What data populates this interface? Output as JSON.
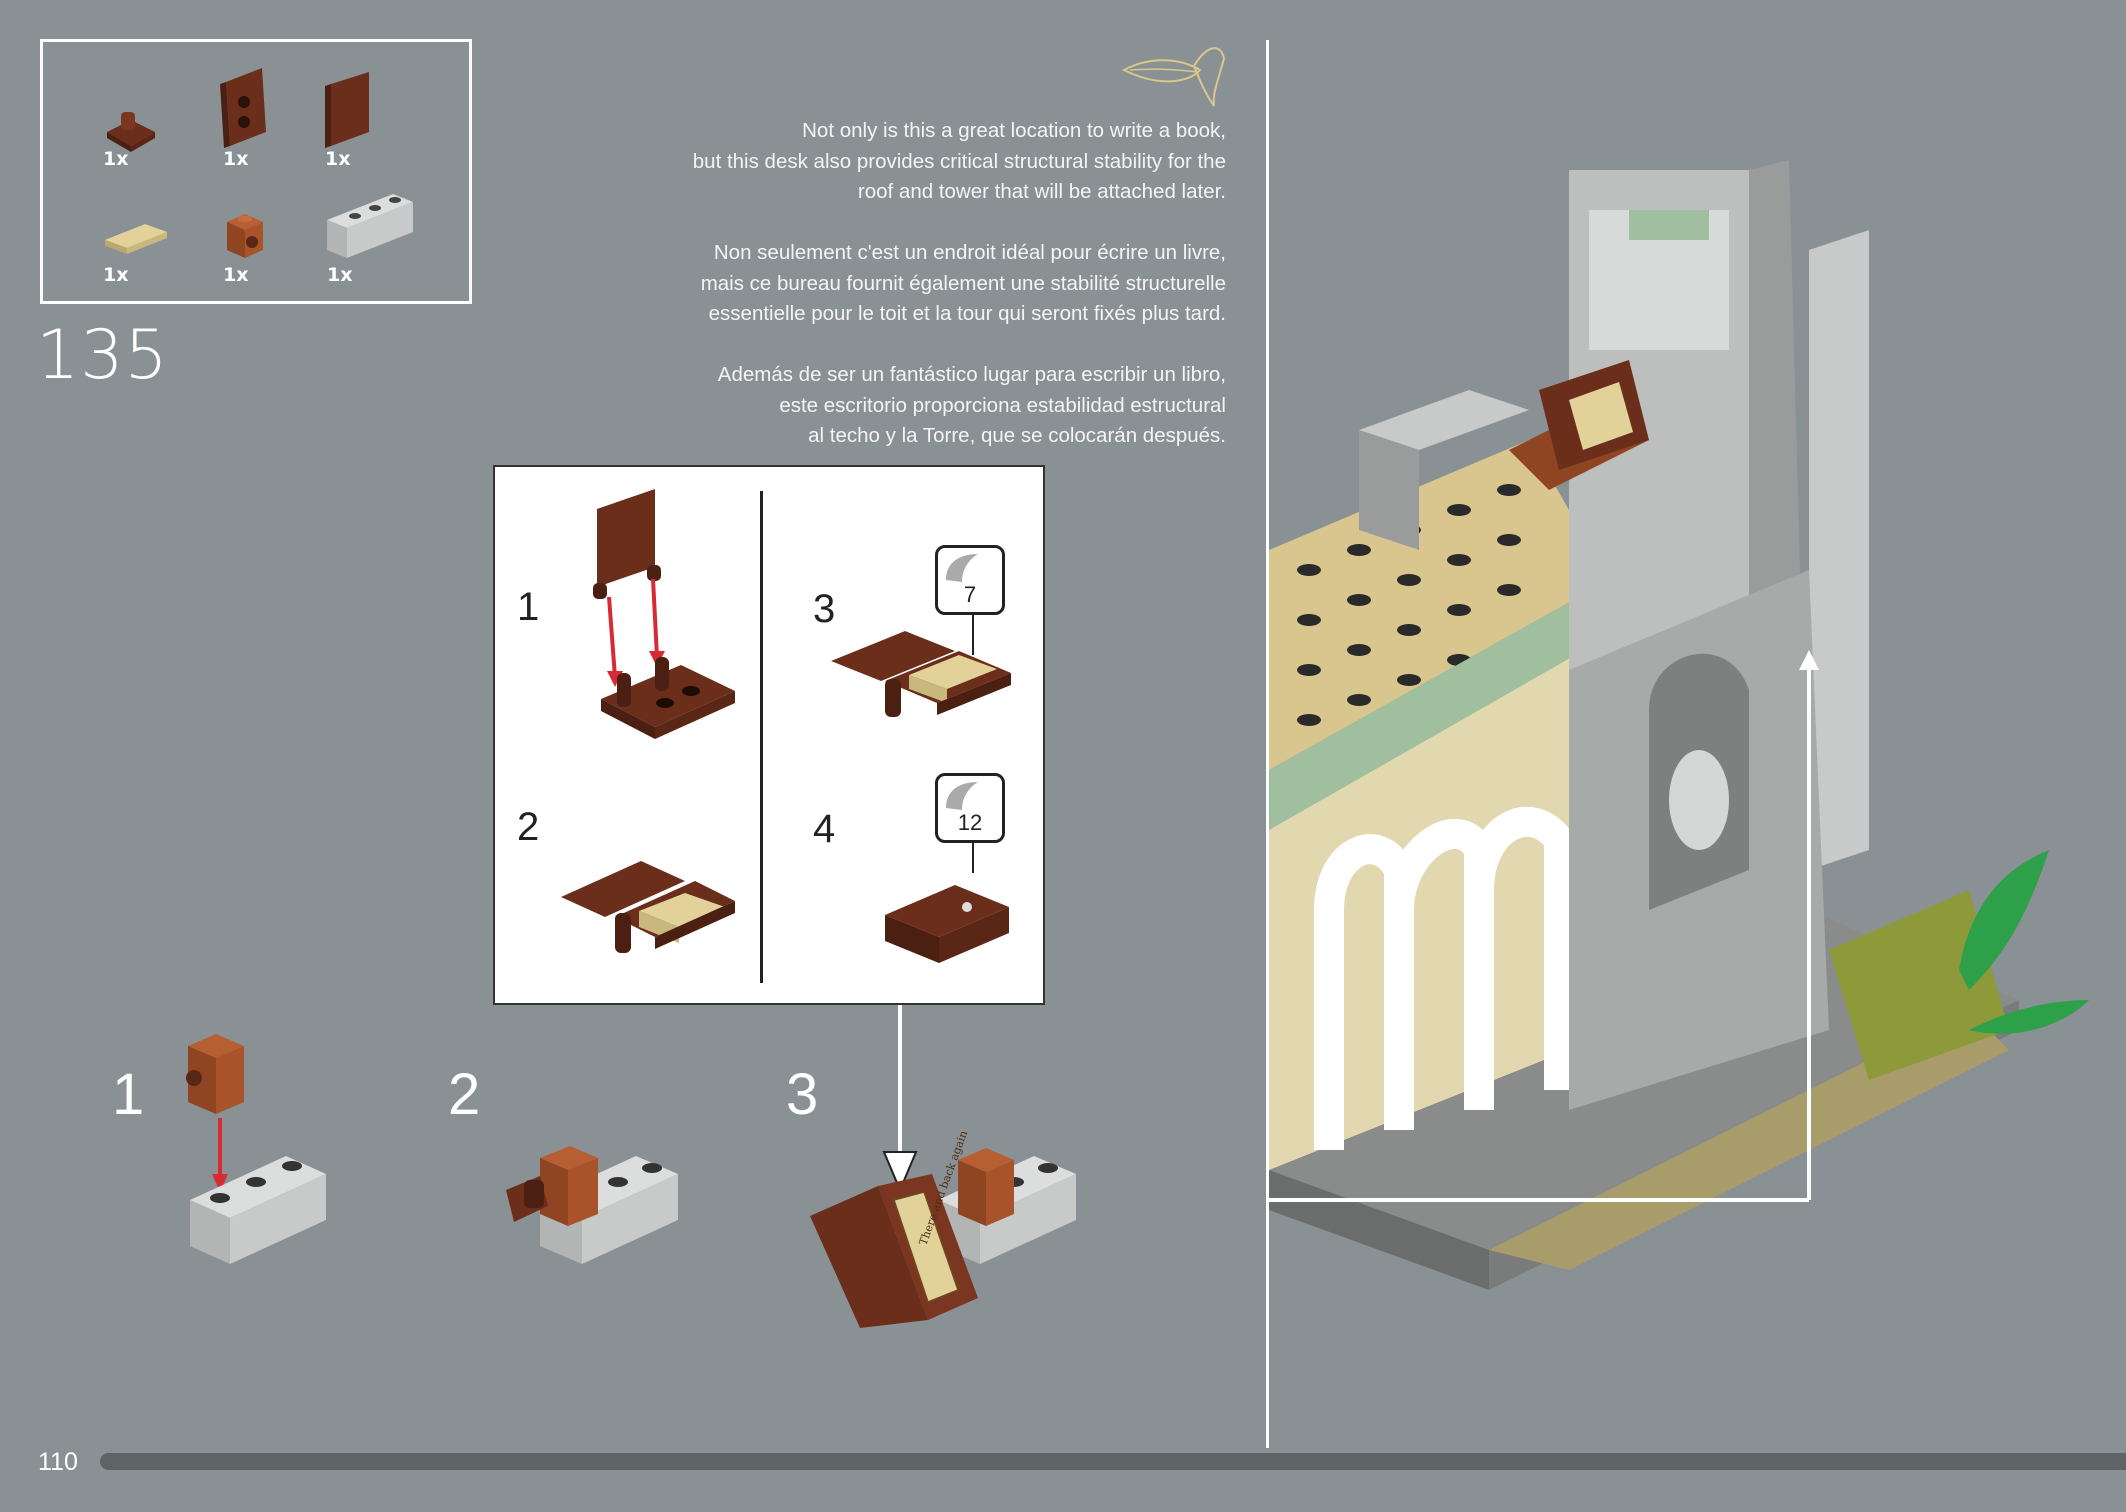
{
  "page": {
    "step_number": "135",
    "page_number": "110"
  },
  "parts": [
    {
      "qty": "1x",
      "name": "clip-plate-icon"
    },
    {
      "qty": "1x",
      "name": "hinge-plate-icon"
    },
    {
      "qty": "1x",
      "name": "book-cover-icon"
    },
    {
      "qty": "1x",
      "name": "tan-tile-icon"
    },
    {
      "qty": "1x",
      "name": "brick-with-stud-icon"
    },
    {
      "qty": "1x",
      "name": "grey-brick-1x3-icon"
    }
  ],
  "description": {
    "en": [
      "Not only is this a great location to write a book,",
      "but this desk also provides critical structural stability for the",
      "roof and tower that will be attached later."
    ],
    "fr": [
      "Non seulement c'est un endroit idéal pour écrire un livre,",
      "mais ce bureau fournit également une stabilité structurelle",
      "essentielle pour le toit et la tour qui seront fixés plus tard."
    ],
    "es": [
      "Además de ser un fantástico lugar para escribir un libro,",
      "este escritorio proporciona estabilidad estructural",
      "al techo y la Torre, que se colocarán después."
    ]
  },
  "callout": {
    "steps": [
      "1",
      "2",
      "3",
      "4"
    ],
    "stickers": [
      "7",
      "12"
    ]
  },
  "substeps": [
    "1",
    "2",
    "3"
  ],
  "book_sticker_text": "There and back again",
  "colors": {
    "background": "#8a9194",
    "reddish_brown": "#6b2e1a",
    "dark_orange": "#a9532a",
    "tan": "#d8c68e",
    "light_grey": "#c8c9c9",
    "sand_green": "#9fbf9f",
    "arrow_red": "#d62b35"
  }
}
